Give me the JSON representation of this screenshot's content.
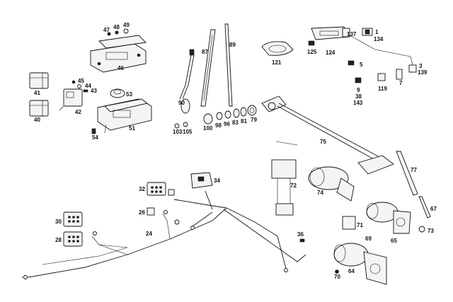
{
  "diagram": {
    "labels": [
      {
        "id": "47",
        "text": "47"
      },
      {
        "id": "48",
        "text": "48"
      },
      {
        "id": "49",
        "text": "49"
      },
      {
        "id": "46",
        "text": "46"
      },
      {
        "id": "87",
        "text": "87"
      },
      {
        "id": "89",
        "text": "89"
      },
      {
        "id": "121",
        "text": "121"
      },
      {
        "id": "125",
        "text": "125"
      },
      {
        "id": "124",
        "text": "124"
      },
      {
        "id": "137",
        "text": "137"
      },
      {
        "id": "1",
        "text": "1"
      },
      {
        "id": "134",
        "text": "134"
      },
      {
        "id": "5",
        "text": "5"
      },
      {
        "id": "3",
        "text": "3"
      },
      {
        "id": "139",
        "text": "139"
      },
      {
        "id": "41",
        "text": "41"
      },
      {
        "id": "45",
        "text": "45"
      },
      {
        "id": "44",
        "text": "44"
      },
      {
        "id": "43",
        "text": "43"
      },
      {
        "id": "53",
        "text": "53"
      },
      {
        "id": "42",
        "text": "42"
      },
      {
        "id": "40",
        "text": "40"
      },
      {
        "id": "51",
        "text": "51"
      },
      {
        "id": "54",
        "text": "54"
      },
      {
        "id": "90",
        "text": "90"
      },
      {
        "id": "103",
        "text": "103"
      },
      {
        "id": "105",
        "text": "105"
      },
      {
        "id": "100",
        "text": "100"
      },
      {
        "id": "98",
        "text": "98"
      },
      {
        "id": "96",
        "text": "96"
      },
      {
        "id": "83",
        "text": "83"
      },
      {
        "id": "81",
        "text": "81"
      },
      {
        "id": "79",
        "text": "79"
      },
      {
        "id": "9",
        "text": "9"
      },
      {
        "id": "38",
        "text": "38"
      },
      {
        "id": "143",
        "text": "143"
      },
      {
        "id": "119",
        "text": "119"
      },
      {
        "id": "7",
        "text": "7"
      },
      {
        "id": "75",
        "text": "75"
      },
      {
        "id": "77",
        "text": "77"
      },
      {
        "id": "72",
        "text": "72"
      },
      {
        "id": "74",
        "text": "74"
      },
      {
        "id": "32",
        "text": "32"
      },
      {
        "id": "34",
        "text": "34"
      },
      {
        "id": "26",
        "text": "26"
      },
      {
        "id": "30",
        "text": "30"
      },
      {
        "id": "24",
        "text": "24"
      },
      {
        "id": "28",
        "text": "28"
      },
      {
        "id": "36",
        "text": "36"
      },
      {
        "id": "71",
        "text": "71"
      },
      {
        "id": "67",
        "text": "67"
      },
      {
        "id": "73",
        "text": "73"
      },
      {
        "id": "69",
        "text": "69"
      },
      {
        "id": "65",
        "text": "65"
      },
      {
        "id": "64",
        "text": "64"
      },
      {
        "id": "70",
        "text": "70"
      }
    ]
  }
}
